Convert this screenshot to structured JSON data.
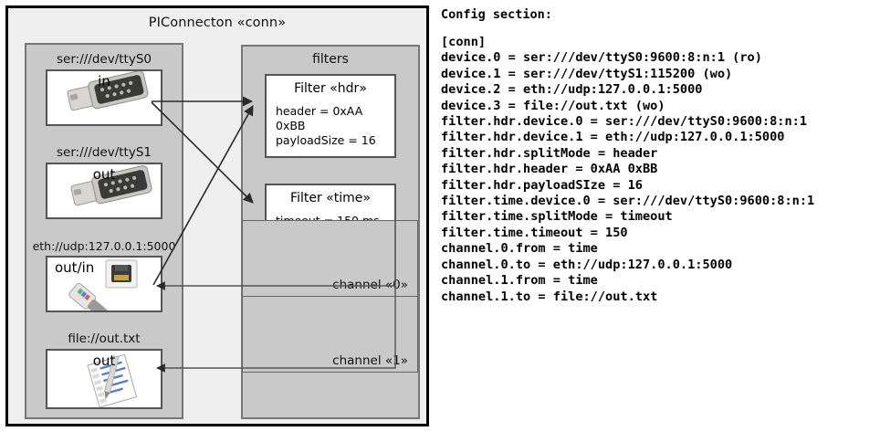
{
  "diagram": {
    "outer": {
      "title": "PIConnecton «conn»"
    },
    "devices_panel": {
      "name": "devices",
      "items": [
        {
          "label": "ser:///dev/ttyS0",
          "direction": "in",
          "icon": "serial-port-icon",
          "box_name": "device-box-ttys0"
        },
        {
          "label": "ser:///dev/ttyS1",
          "direction": "out",
          "icon": "serial-port-icon",
          "box_name": "device-box-ttys1"
        },
        {
          "label": "eth://udp:127.0.0.1:5000",
          "direction": "out/in",
          "icon": "ethernet-jack-icon",
          "box_name": "device-box-eth"
        },
        {
          "label": "file://out.txt",
          "direction": "out",
          "icon": "text-file-icon",
          "box_name": "device-box-file"
        }
      ]
    },
    "filters_panel": {
      "title": "filters",
      "filters": [
        {
          "title": "Filter «hdr»",
          "attrs": [
            "header = 0xAA 0xBB",
            "payloadSize = 16"
          ]
        },
        {
          "title": "Filter «time»",
          "attrs": [
            "timeout = 150 ms"
          ]
        }
      ]
    },
    "channels": [
      {
        "label": "channel «0»"
      },
      {
        "label": "channel «1»"
      }
    ]
  },
  "config": {
    "heading": "Config section:",
    "lines": [
      "[conn]",
      "device.0 = ser:///dev/ttyS0:9600:8:n:1 (ro)",
      "device.1 = ser:///dev/ttyS1:115200 (wo)",
      "device.2 = eth://udp:127.0.0.1:5000",
      "device.3 = file://out.txt (wo)",
      "filter.hdr.device.0 = ser:///dev/ttyS0:9600:8:n:1",
      "filter.hdr.device.1 = eth://udp:127.0.0.1:5000",
      "filter.hdr.splitMode = header",
      "filter.hdr.header = 0xAA 0xBB",
      "filter.hdr.payloadSIze = 16",
      "filter.time.device.0 = ser:///dev/ttyS0:9600:8:n:1",
      "filter.time.splitMode = timeout",
      "filter.time.timeout = 150",
      "channel.0.from = time",
      "channel.0.to = eth://udp:127.0.0.1:5000",
      "channel.1.from = time",
      "channel.1.to = file://out.txt"
    ]
  },
  "colors": {
    "outer_bg": "#efefef",
    "panel_bg": "#c9c9c9",
    "box_bg": "#ffffff",
    "border_dark": "#000000",
    "border_mid": "#555555",
    "wire": "#2b2b2b"
  }
}
